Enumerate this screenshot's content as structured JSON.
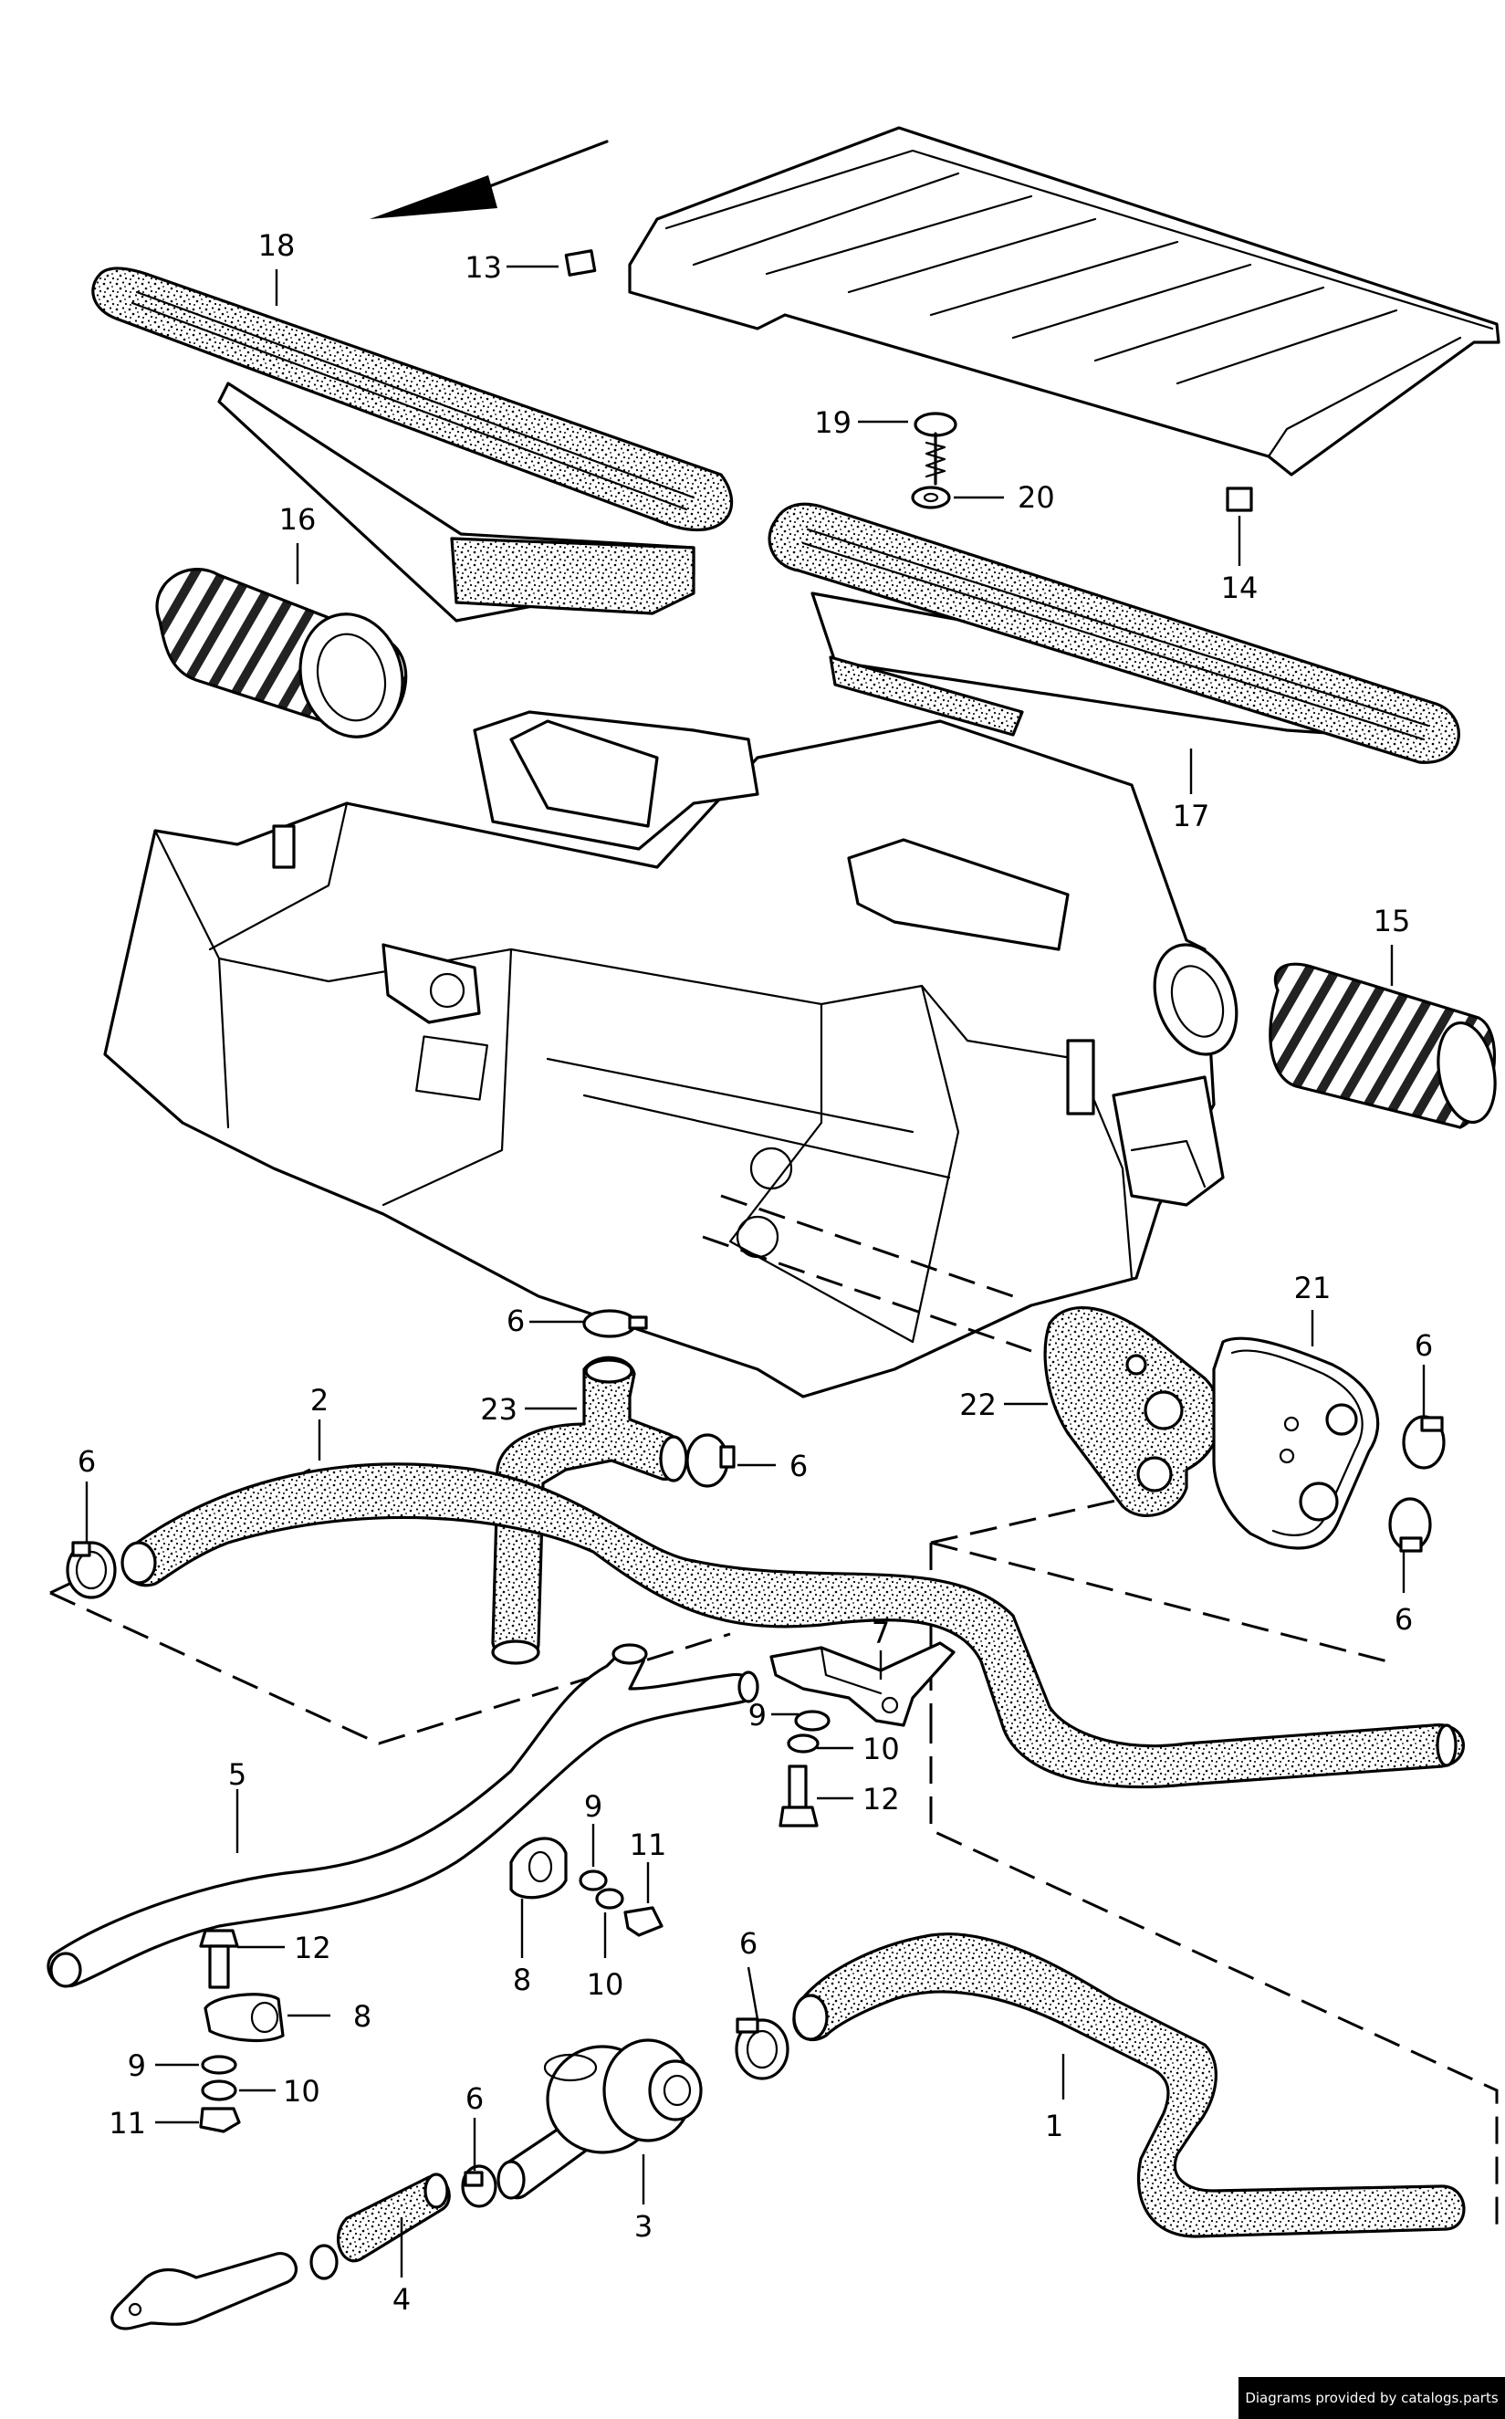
{
  "diagram": {
    "callouts": [
      {
        "id": "c1",
        "text": "1"
      },
      {
        "id": "c2",
        "text": "2"
      },
      {
        "id": "c3",
        "text": "3"
      },
      {
        "id": "c4",
        "text": "4"
      },
      {
        "id": "c5",
        "text": "5"
      },
      {
        "id": "c6a",
        "text": "6"
      },
      {
        "id": "c6b",
        "text": "6"
      },
      {
        "id": "c6c",
        "text": "6"
      },
      {
        "id": "c6d",
        "text": "6"
      },
      {
        "id": "c6e",
        "text": "6"
      },
      {
        "id": "c6f",
        "text": "6"
      },
      {
        "id": "c6g",
        "text": "6"
      },
      {
        "id": "c7",
        "text": "7"
      },
      {
        "id": "c8a",
        "text": "8"
      },
      {
        "id": "c8b",
        "text": "8"
      },
      {
        "id": "c9a",
        "text": "9"
      },
      {
        "id": "c9b",
        "text": "9"
      },
      {
        "id": "c9c",
        "text": "9"
      },
      {
        "id": "c10a",
        "text": "10"
      },
      {
        "id": "c10b",
        "text": "10"
      },
      {
        "id": "c10c",
        "text": "10"
      },
      {
        "id": "c11a",
        "text": "11"
      },
      {
        "id": "c11b",
        "text": "11"
      },
      {
        "id": "c12a",
        "text": "12"
      },
      {
        "id": "c12b",
        "text": "12"
      },
      {
        "id": "c13",
        "text": "13"
      },
      {
        "id": "c14",
        "text": "14"
      },
      {
        "id": "c15",
        "text": "15"
      },
      {
        "id": "c16",
        "text": "16"
      },
      {
        "id": "c17",
        "text": "17"
      },
      {
        "id": "c18",
        "text": "18"
      },
      {
        "id": "c19",
        "text": "19"
      },
      {
        "id": "c20",
        "text": "20"
      },
      {
        "id": "c21",
        "text": "21"
      },
      {
        "id": "c22",
        "text": "22"
      },
      {
        "id": "c23",
        "text": "23"
      }
    ]
  },
  "footer": {
    "text": "Diagrams provided by catalogs.parts"
  }
}
